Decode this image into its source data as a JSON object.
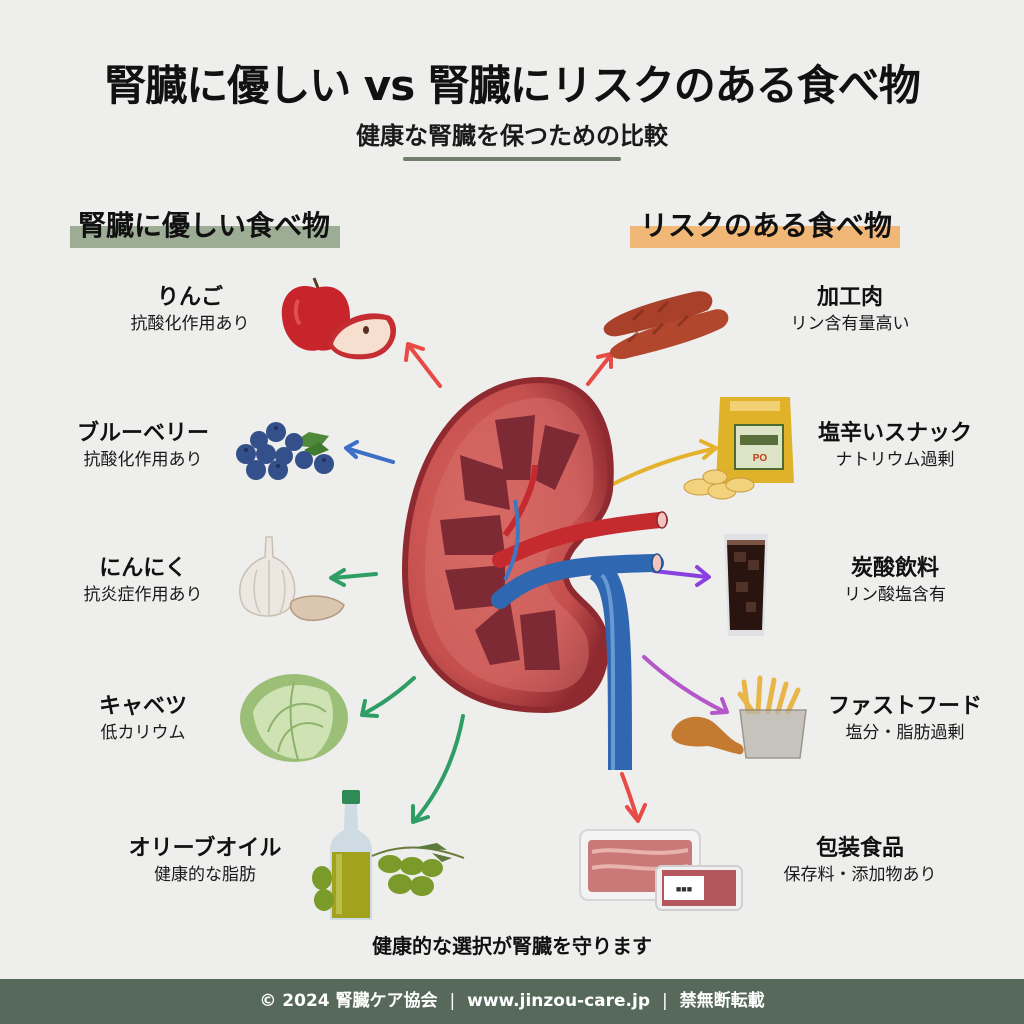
{
  "header": {
    "title": "腎臓に優しい vs 腎臓にリスクのある食べ物",
    "subtitle": "健康な腎臓を保つための比較"
  },
  "columns": {
    "good_heading": "腎臓に優しい食べ物",
    "risk_heading": "リスクのある食べ物"
  },
  "colors": {
    "background": "#eeeeed",
    "good_highlight": "#9dac95",
    "risk_highlight": "#f0b777",
    "footer_bg": "#56695a",
    "rule": "#6f7f6c",
    "arrow_red": "#e84a45",
    "arrow_blue": "#3d6fc6",
    "arrow_green": "#2f9e64",
    "arrow_yellow": "#e5b22e",
    "arrow_purple": "#8a3fe0",
    "arrow_violet": "#b457c8"
  },
  "good_foods": [
    {
      "name": "りんご",
      "desc": "抗酸化作用あり",
      "icon": "apple-icon",
      "arrow": "red"
    },
    {
      "name": "ブルーベリー",
      "desc": "抗酸化作用あり",
      "icon": "blueberries-icon",
      "arrow": "blue"
    },
    {
      "name": "にんにく",
      "desc": "抗炎症作用あり",
      "icon": "garlic-icon",
      "arrow": "green"
    },
    {
      "name": "キャベツ",
      "desc": "低カリウム",
      "icon": "cabbage-icon",
      "arrow": "green"
    },
    {
      "name": "オリーブオイル",
      "desc": "健康的な脂肪",
      "icon": "olive-oil-icon",
      "arrow": "green"
    }
  ],
  "risk_foods": [
    {
      "name": "加工肉",
      "desc": "リン含有量高い",
      "icon": "sausage-icon",
      "arrow": "red"
    },
    {
      "name": "塩辛いスナック",
      "desc": "ナトリウム過剰",
      "icon": "chips-icon",
      "arrow": "yellow"
    },
    {
      "name": "炭酸飲料",
      "desc": "リン酸塩含有",
      "icon": "cola-icon",
      "arrow": "purple"
    },
    {
      "name": "ファストフード",
      "desc": "塩分・脂肪過剰",
      "icon": "fast-food-icon",
      "arrow": "violet"
    },
    {
      "name": "包装食品",
      "desc": "保存料・添加物あり",
      "icon": "packaged-meat-icon",
      "arrow": "red"
    }
  ],
  "center": {
    "icon": "kidney-icon"
  },
  "closing": "健康的な選択が腎臓を守ります",
  "footer": {
    "copyright": "© 2024 腎臓ケア協会",
    "sep": "|",
    "url": "www.jinzou-care.jp",
    "notice": "禁無断転載"
  }
}
